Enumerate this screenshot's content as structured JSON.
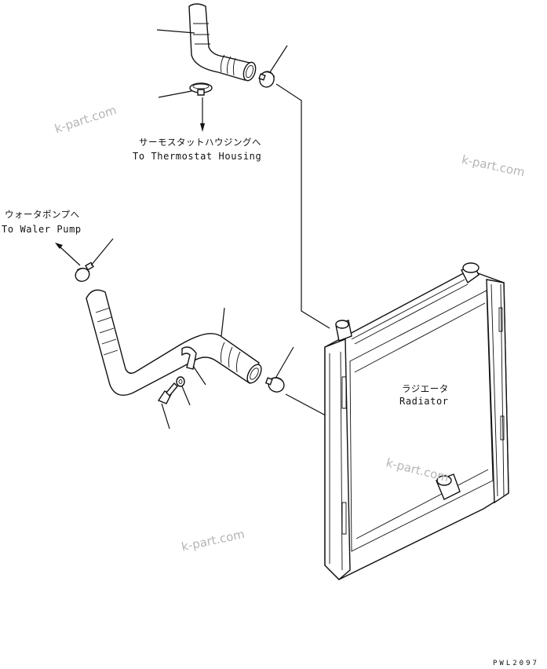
{
  "labels": {
    "thermostat_jp": "サーモスタットハウジングへ",
    "thermostat_en": "To Thermostat Housing",
    "water_pump_jp": "ウォータポンプへ",
    "water_pump_en": "To Waler Pump",
    "radiator_jp": "ラジエータ",
    "radiator_en": "Radiator"
  },
  "watermarks": [
    "k-part.com",
    "k-part.com",
    "k-part.com",
    "k-part.com"
  ],
  "drawing_code": "PWL2097",
  "colors": {
    "line": "#111111",
    "watermark": "#b5b5b5",
    "background": "#ffffff"
  }
}
